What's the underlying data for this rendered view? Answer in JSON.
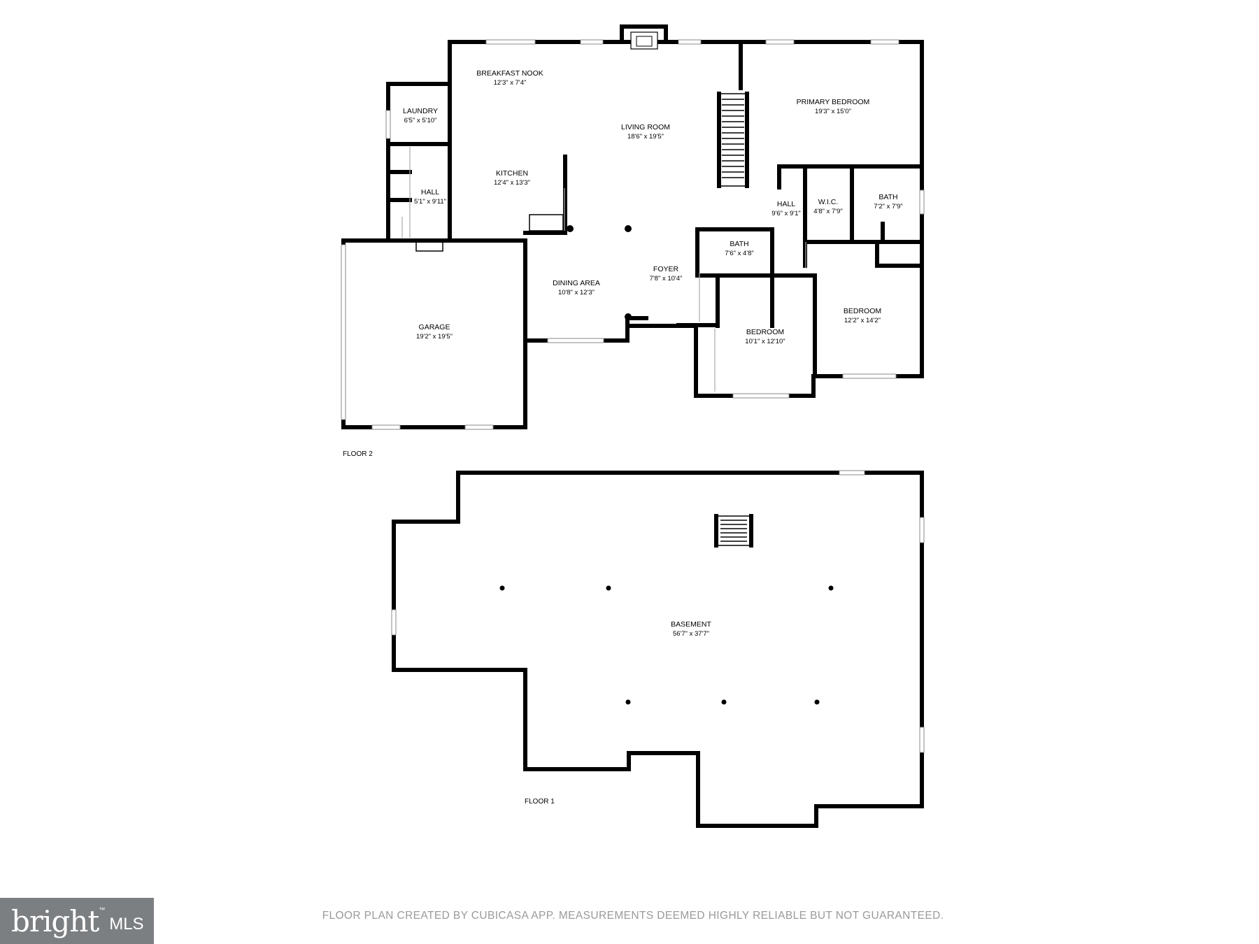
{
  "floors": [
    {
      "label": "FLOOR 2",
      "rooms": [
        {
          "name": "BREAKFAST NOOK",
          "dims": "12'3\" x 7'4\""
        },
        {
          "name": "LAUNDRY",
          "dims": "6'5\" x 5'10\""
        },
        {
          "name": "LIVING ROOM",
          "dims": "18'6\" x 19'5\""
        },
        {
          "name": "PRIMARY BEDROOM",
          "dims": "19'3\" x 15'0\""
        },
        {
          "name": "KITCHEN",
          "dims": "12'4\" x 13'3\""
        },
        {
          "name": "HALL",
          "dims": "5'1\" x 9'11\""
        },
        {
          "name": "HALL",
          "dims": "9'6\" x 9'1\""
        },
        {
          "name": "W.I.C.",
          "dims": "4'8\" x 7'9\""
        },
        {
          "name": "BATH",
          "dims": "7'2\" x 7'9\""
        },
        {
          "name": "BATH",
          "dims": "7'6\" x 4'8\""
        },
        {
          "name": "DINING AREA",
          "dims": "10'8\" x 12'3\""
        },
        {
          "name": "FOYER",
          "dims": "7'8\" x 10'4\""
        },
        {
          "name": "GARAGE",
          "dims": "19'2\" x 19'5\""
        },
        {
          "name": "BEDROOM",
          "dims": "12'2\" x 14'2\""
        },
        {
          "name": "BEDROOM",
          "dims": "10'1\" x 12'10\""
        }
      ]
    },
    {
      "label": "FLOOR 1",
      "rooms": [
        {
          "name": "BASEMENT",
          "dims": "56'7\" x 37'7\""
        }
      ]
    }
  ],
  "footer": {
    "disclaimer": "FLOOR PLAN CREATED BY CUBICASA APP. MEASUREMENTS DEEMED HIGHLY RELIABLE BUT NOT GUARANTEED.",
    "logo_word": "bright",
    "logo_mls": "MLS",
    "logo_tm": "™"
  }
}
